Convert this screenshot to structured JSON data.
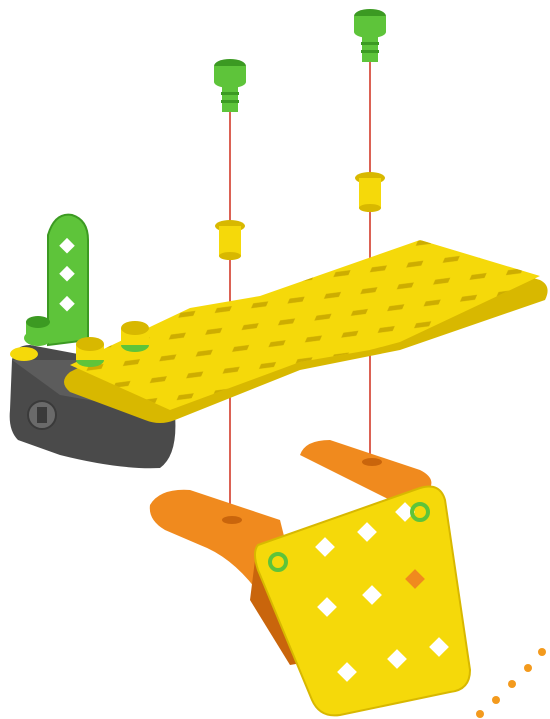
{
  "figure": {
    "kind": "exploded assembly illustration",
    "background": "#ffffff",
    "colors": {
      "yellow_plate": "#f5d90a",
      "yellow_shadow": "#d8b800",
      "orange_bracket": "#f08a1e",
      "orange_shadow": "#c9650c",
      "green_part": "#5ec43a",
      "green_shadow": "#3c9a22",
      "motor_body": "#4a4a4a",
      "guide_line": "#d23a2a",
      "dot_trail": "#f39a1d"
    }
  },
  "parts": [
    {
      "id": "green-screw-left",
      "color": "green"
    },
    {
      "id": "green-screw-right",
      "color": "green"
    },
    {
      "id": "yellow-spacer-left",
      "color": "yellow"
    },
    {
      "id": "yellow-spacer-right",
      "color": "yellow"
    },
    {
      "id": "long-yellow-plate",
      "color": "yellow"
    },
    {
      "id": "green-upright-bracket",
      "color": "green"
    },
    {
      "id": "grey-motor-block",
      "color": "grey"
    },
    {
      "id": "orange-l-bracket",
      "color": "orange"
    },
    {
      "id": "yellow-trapezoid-plate",
      "color": "yellow"
    }
  ]
}
